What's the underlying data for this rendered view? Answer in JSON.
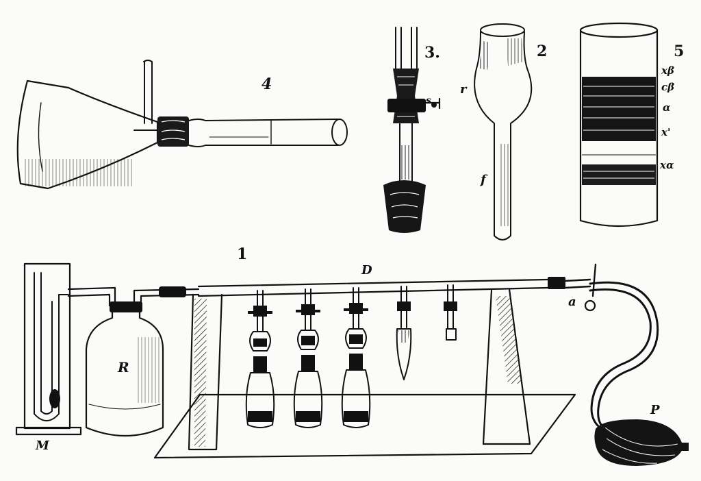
{
  "labels": {
    "fig1": "1",
    "fig2": "2",
    "fig3": "3.",
    "fig4": "4",
    "fig5": "5",
    "tube_d": "D",
    "bottle_r": "R",
    "manometer_m": "M",
    "bulb_p": "P",
    "clamp_a": "a",
    "stopcock_s": "s",
    "bulb_r": "r",
    "stem_f": "f",
    "band_xb": "xβ",
    "band_cb": "cβ",
    "band_a": "α",
    "band_x1": "x'",
    "band_xa": "xα"
  },
  "colors": {
    "ink": "#111111",
    "paper": "#fbfbf9"
  }
}
